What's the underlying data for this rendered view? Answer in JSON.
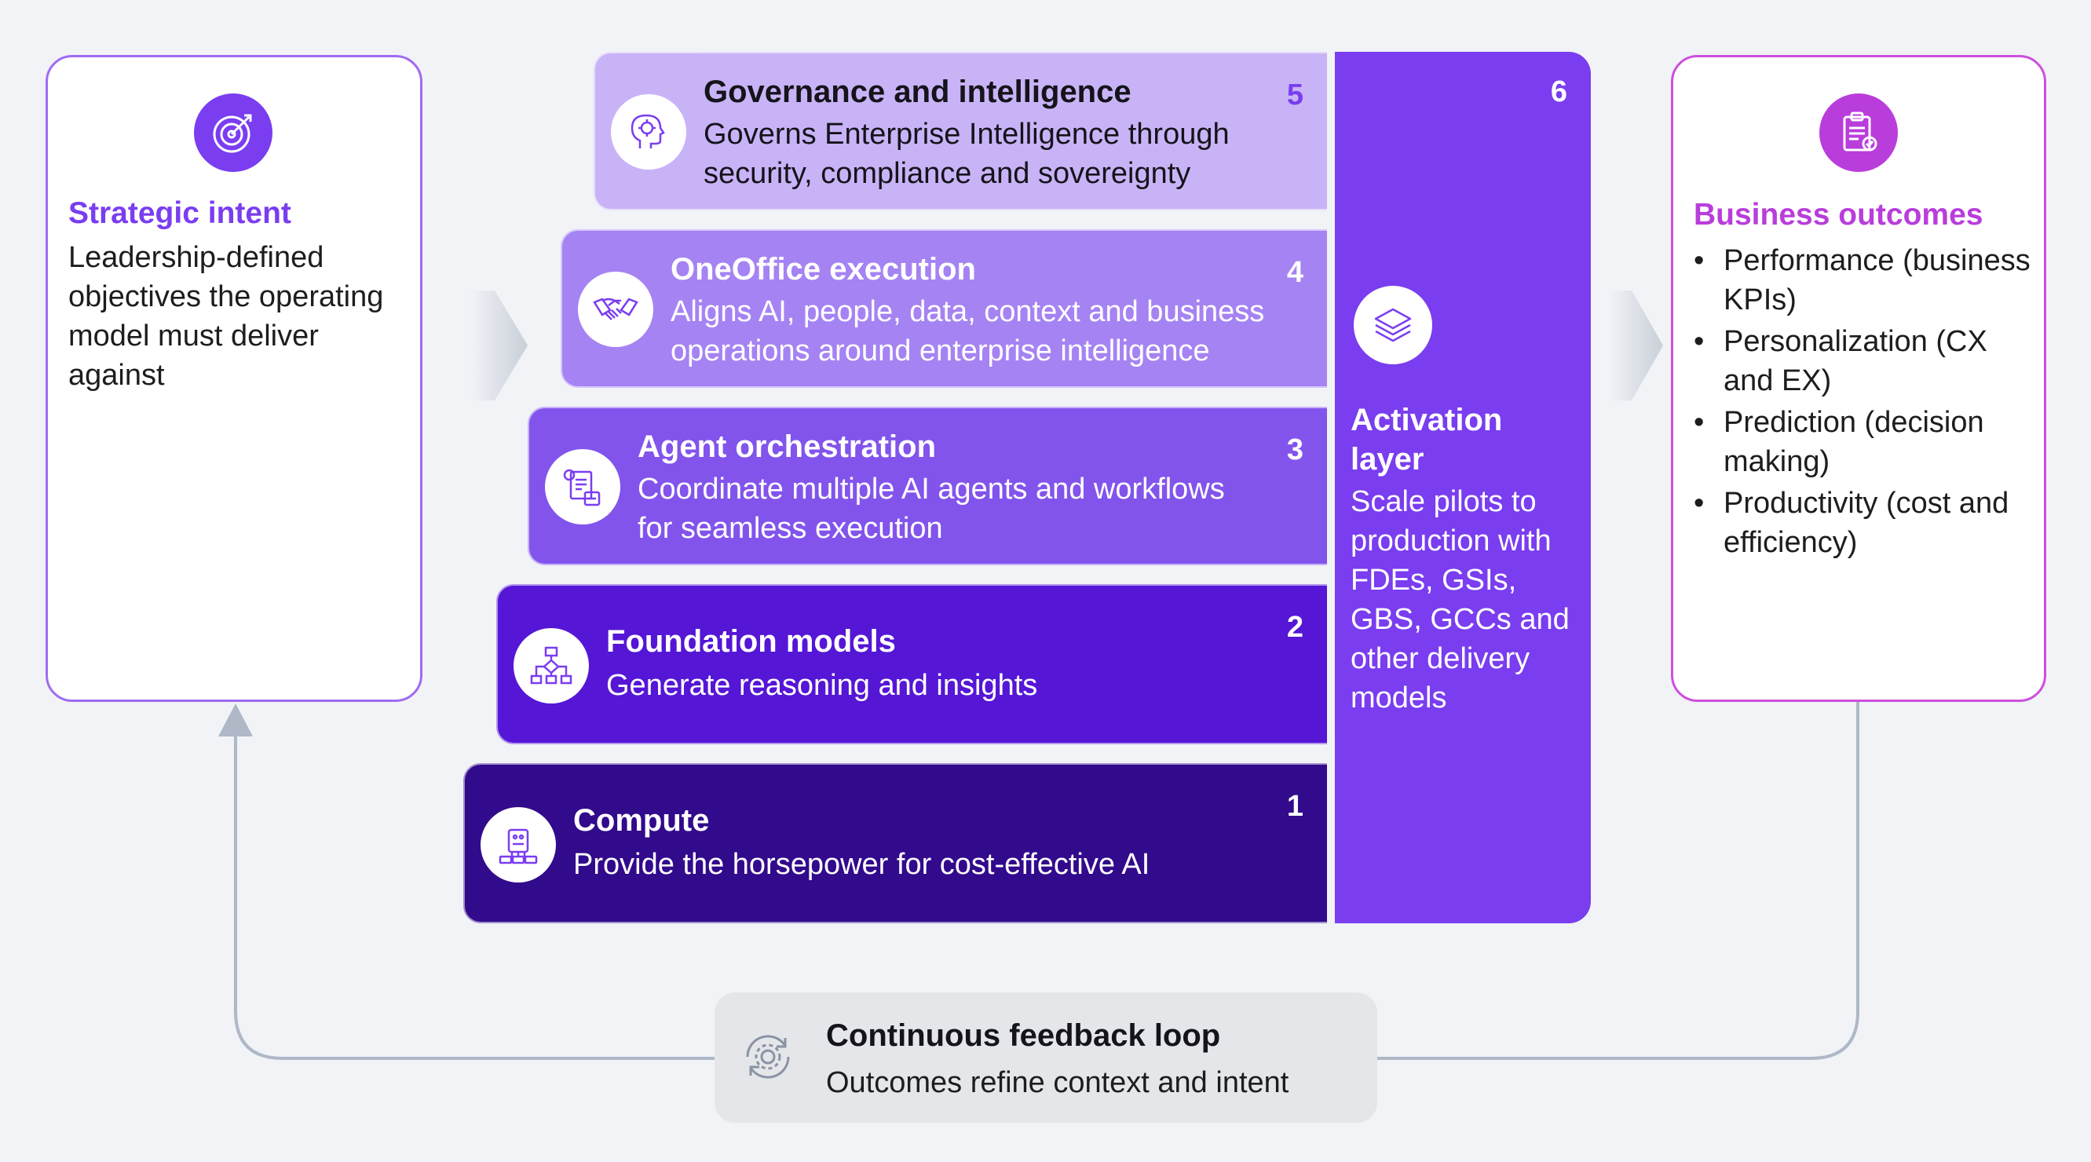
{
  "strategic_intent": {
    "title": "Strategic intent",
    "body": "Leadership-defined objectives the operating model must deliver against",
    "icon": "target-icon",
    "color": "#7a3df0"
  },
  "business_outcomes": {
    "title": "Business outcomes",
    "icon": "clipboard-icon",
    "color": "#b93ddb",
    "items": [
      "Performance (business KPIs)",
      "Personalization (CX and EX)",
      "Prediction (decision making)",
      "Productivity (cost and efficiency)"
    ]
  },
  "layers": [
    {
      "num": "5",
      "title": "Governance and intelligence",
      "desc": "Governs Enterprise Intelligence through security, compliance and sovereignty",
      "icon": "ai-brain-icon",
      "color": "#c9b3f7"
    },
    {
      "num": "4",
      "title": "OneOffice execution",
      "desc": "Aligns AI, people, data, context and business operations around enterprise intelligence",
      "icon": "handshake-icon",
      "color": "#a583f3"
    },
    {
      "num": "3",
      "title": "Agent orchestration",
      "desc": "Coordinate multiple AI agents and workflows for seamless execution",
      "icon": "workflow-documents-icon",
      "color": "#8254ec"
    },
    {
      "num": "2",
      "title": "Foundation models",
      "desc": "Generate reasoning and insights",
      "icon": "flowchart-icon",
      "color": "#5516d6"
    },
    {
      "num": "1",
      "title": "Compute",
      "desc": "Provide the horsepower for cost-effective AI",
      "icon": "chip-icon",
      "color": "#320a8c"
    }
  ],
  "activation": {
    "num": "6",
    "title": "Activation layer",
    "body": "Scale pilots to production with FDEs, GSIs, GBS, GCCs and other delivery models",
    "icon": "layers-icon",
    "color": "#7a3df0"
  },
  "feedback": {
    "title": "Continuous feedback loop",
    "body": "Outcomes refine context and intent",
    "icon": "cycle-gear-icon"
  }
}
